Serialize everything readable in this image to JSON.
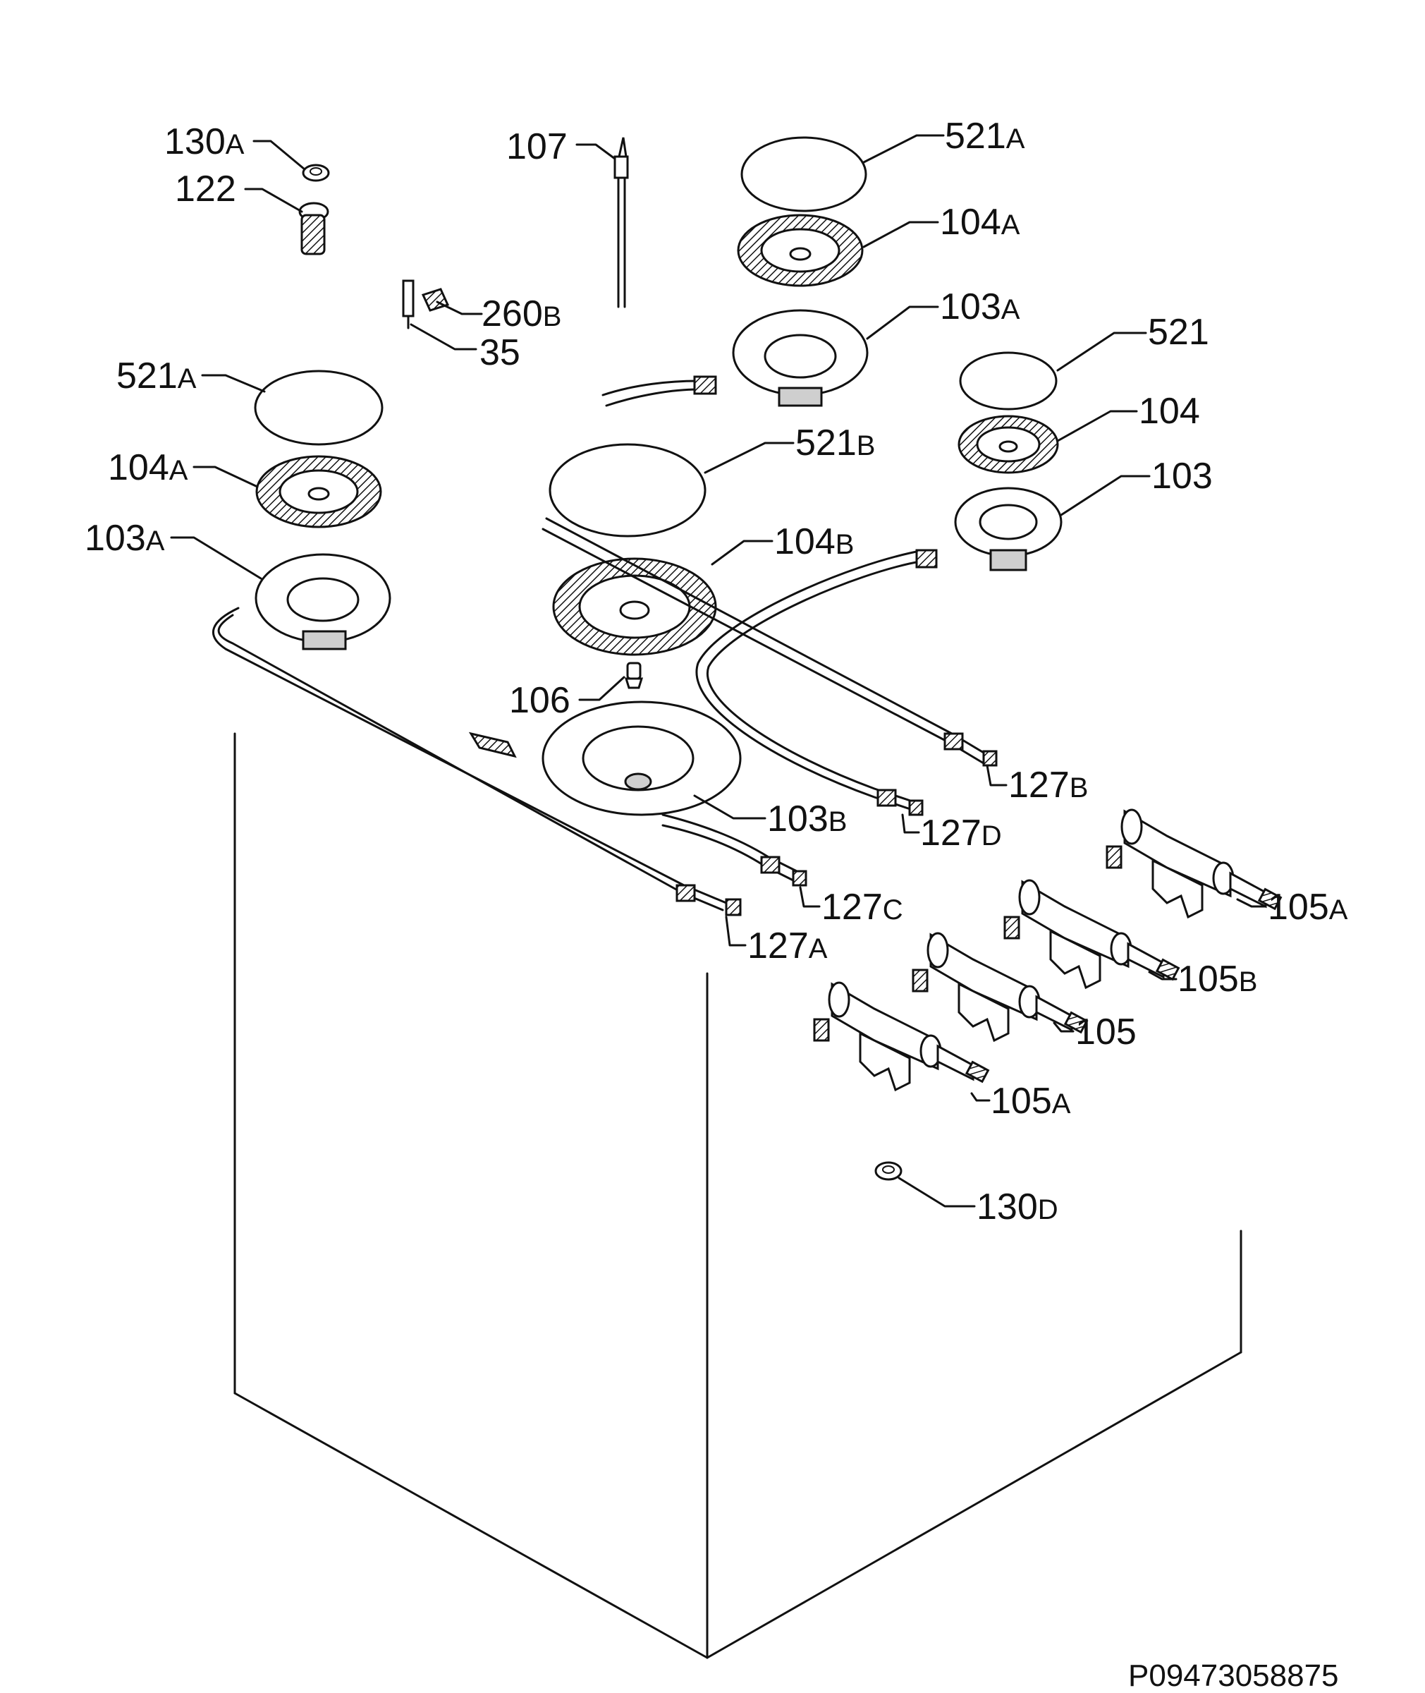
{
  "labels": {
    "l130A": {
      "num": "130",
      "suf": "A"
    },
    "l122": {
      "num": "122",
      "suf": ""
    },
    "l107": {
      "num": "107",
      "suf": ""
    },
    "l260B": {
      "num": "260",
      "suf": "B"
    },
    "l35": {
      "num": "35",
      "suf": ""
    },
    "l521A_top": {
      "num": "521",
      "suf": "A"
    },
    "l104A_top": {
      "num": "104",
      "suf": "A"
    },
    "l103A_top": {
      "num": "103",
      "suf": "A"
    },
    "l521": {
      "num": "521",
      "suf": ""
    },
    "l104": {
      "num": "104",
      "suf": ""
    },
    "l103": {
      "num": "103",
      "suf": ""
    },
    "l521A_left": {
      "num": "521",
      "suf": "A"
    },
    "l104A_left": {
      "num": "104",
      "suf": "A"
    },
    "l103A_left": {
      "num": "103",
      "suf": "A"
    },
    "l521B": {
      "num": "521",
      "suf": "B"
    },
    "l104B": {
      "num": "104",
      "suf": "B"
    },
    "l106": {
      "num": "106",
      "suf": ""
    },
    "l103B": {
      "num": "103",
      "suf": "B"
    },
    "l127B": {
      "num": "127",
      "suf": "B"
    },
    "l127D": {
      "num": "127",
      "suf": "D"
    },
    "l127C": {
      "num": "127",
      "suf": "C"
    },
    "l127A": {
      "num": "127",
      "suf": "A"
    },
    "l105A_r": {
      "num": "105",
      "suf": "A"
    },
    "l105B": {
      "num": "105",
      "suf": "B"
    },
    "l105": {
      "num": "105",
      "suf": ""
    },
    "l105A_l": {
      "num": "105",
      "suf": "A"
    },
    "l130D": {
      "num": "130",
      "suf": "D"
    }
  },
  "drawing_code": "P09473058875"
}
